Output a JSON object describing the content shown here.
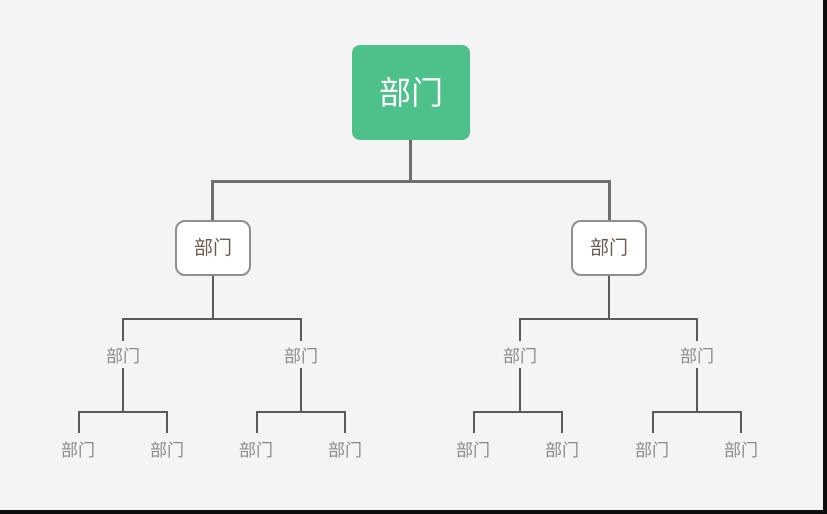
{
  "diagram": {
    "type": "org-chart",
    "title": "",
    "background_color": "#f4f4f4",
    "label": "部门",
    "levels": [
      {
        "level": 1,
        "style": "green-rounded-box",
        "fill_color": "#4ec08a",
        "text_color": "#ffffff",
        "nodes": [
          {
            "label": "部门"
          }
        ]
      },
      {
        "level": 2,
        "style": "white-rounded-box",
        "fill_color": "#ffffff",
        "border_color": "#8f8f8f",
        "text_color": "#6b5b4d",
        "nodes": [
          {
            "label": "部门"
          },
          {
            "label": "部门"
          }
        ]
      },
      {
        "level": 3,
        "style": "plain-text",
        "text_color": "#8a8a8a",
        "nodes": [
          {
            "label": "部门"
          },
          {
            "label": "部门"
          },
          {
            "label": "部门"
          },
          {
            "label": "部门"
          }
        ]
      },
      {
        "level": 4,
        "style": "plain-text",
        "text_color": "#8a8a8a",
        "nodes": [
          {
            "label": "部门"
          },
          {
            "label": "部门"
          },
          {
            "label": "部门"
          },
          {
            "label": "部门"
          },
          {
            "label": "部门"
          },
          {
            "label": "部门"
          },
          {
            "label": "部门"
          },
          {
            "label": "部门"
          }
        ]
      }
    ],
    "connector_colors": {
      "primary": "#6e6e6e",
      "secondary": "#5a5a5a"
    }
  }
}
